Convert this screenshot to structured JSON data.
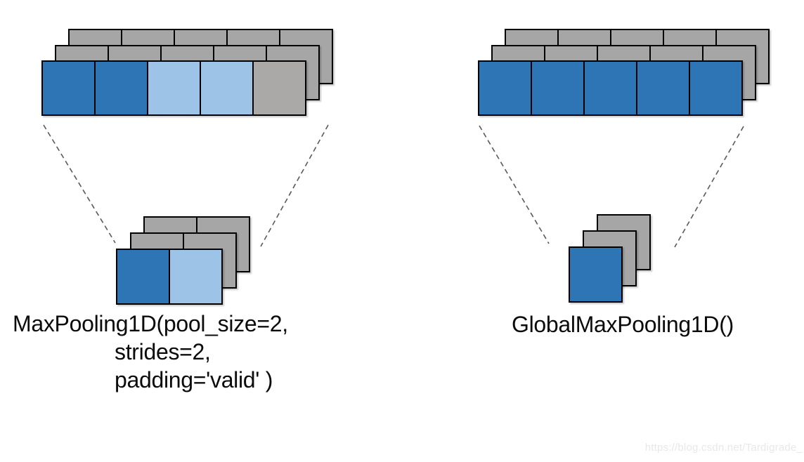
{
  "left_panel": {
    "label_lines": [
      "MaxPooling1D(pool_size=2,",
      "strides=2,",
      "padding='valid' )"
    ],
    "input_stack": {
      "back_rows": 2,
      "front_cells": [
        "dark_blue",
        "dark_blue",
        "light_blue",
        "light_blue",
        "muted_gray"
      ]
    },
    "output_stack": {
      "back_rows": 2,
      "front_cells": [
        "dark_blue",
        "light_blue"
      ]
    }
  },
  "right_panel": {
    "label": "GlobalMaxPooling1D()",
    "input_stack": {
      "back_rows": 2,
      "front_cells": [
        "dark_blue",
        "dark_blue",
        "dark_blue",
        "dark_blue",
        "dark_blue"
      ]
    },
    "output_stack": {
      "back_rows": 2,
      "front_cells": [
        "dark_blue"
      ]
    }
  },
  "colors": {
    "dark_blue": "#2E75B6",
    "light_blue": "#9DC3E6",
    "muted_gray": "#ABA8A8",
    "back_gray": "#A6A6A6",
    "border": "#000000",
    "dashed_line": "#595959"
  },
  "watermark": "https://blog.csdn.net/Tardigrade_"
}
